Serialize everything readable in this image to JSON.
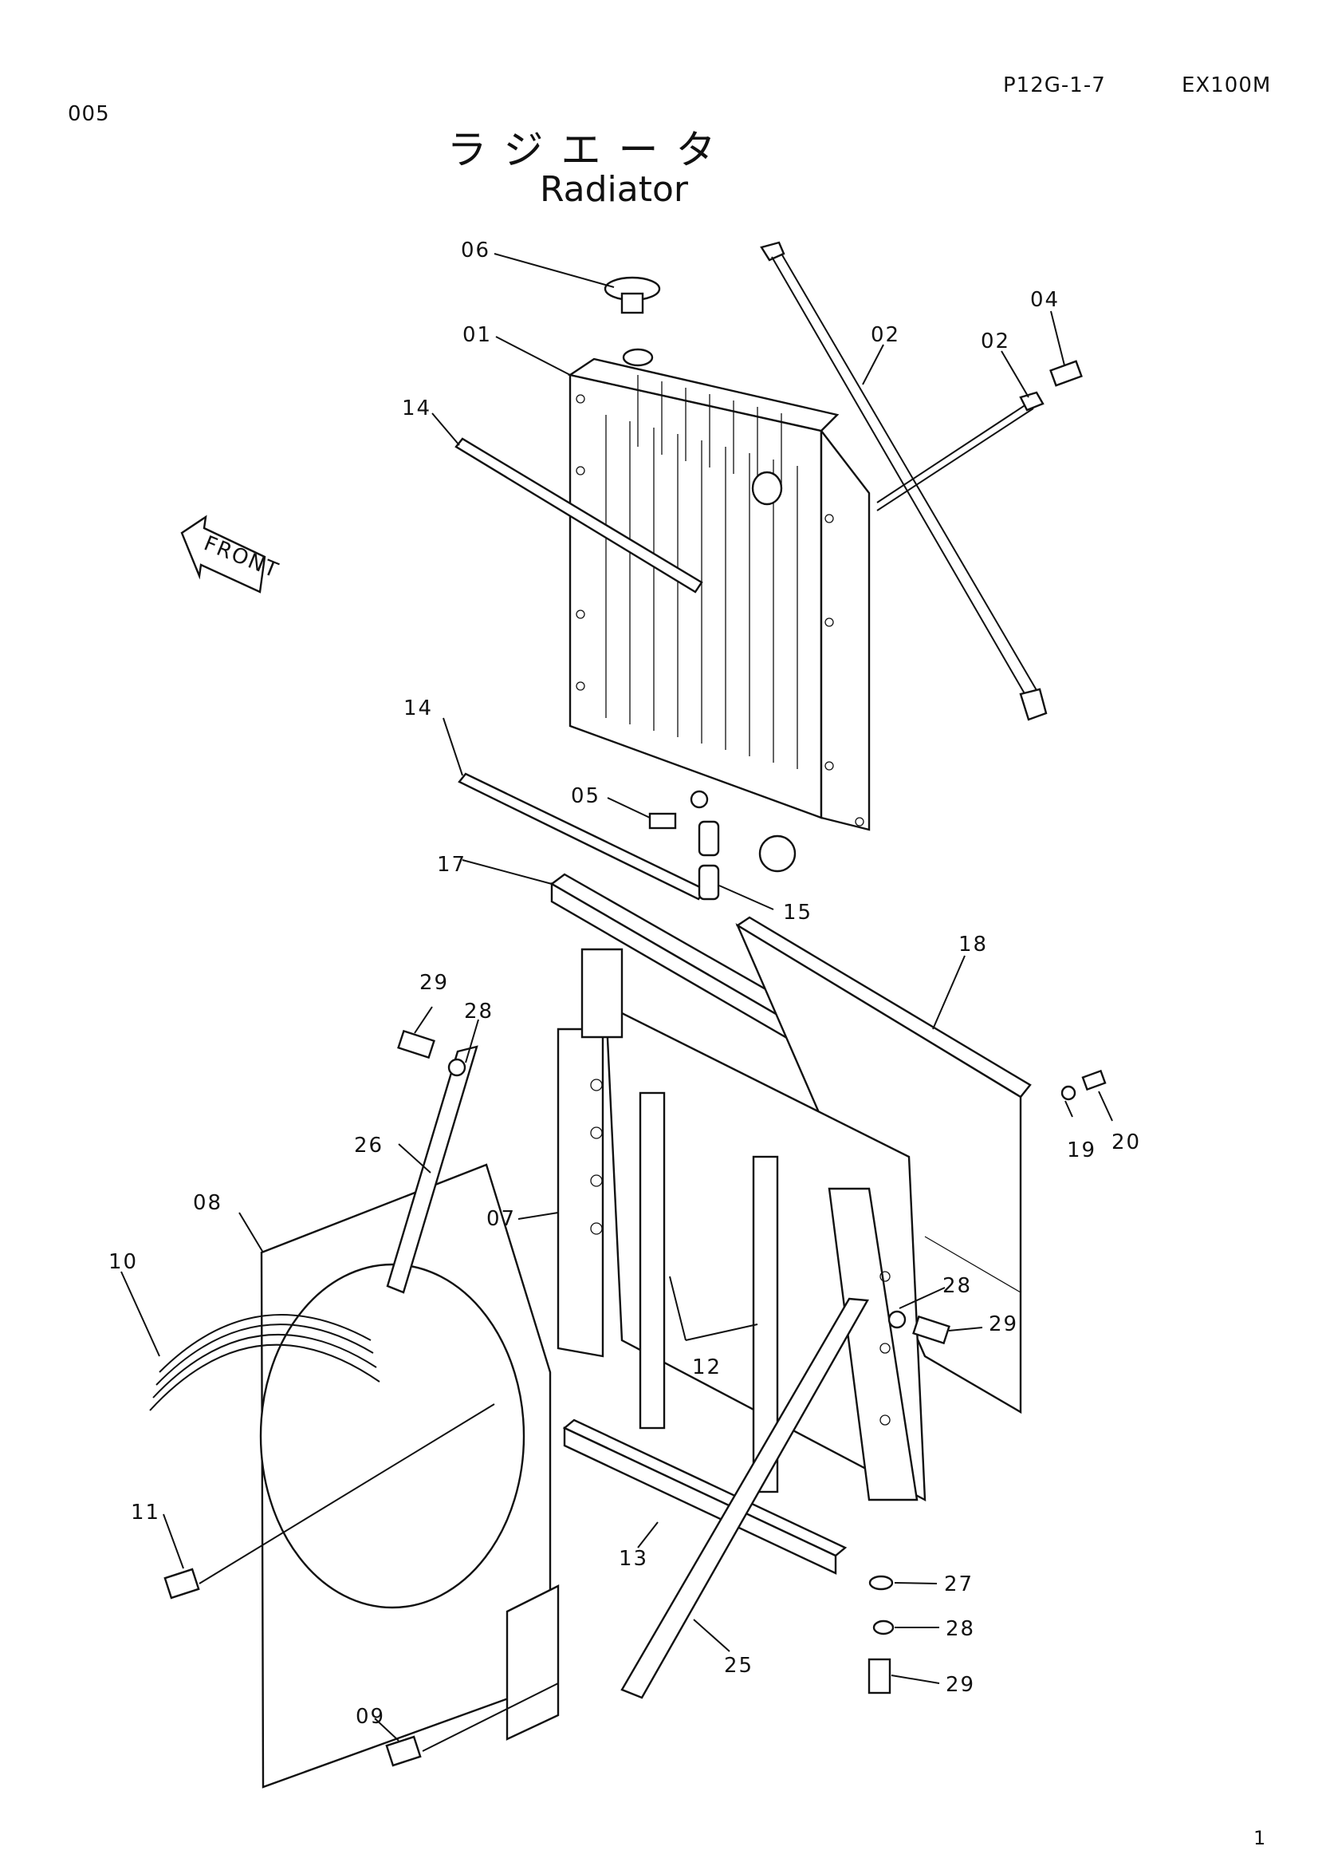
{
  "header": {
    "sheet_code": "005",
    "page_code": "P12G-1-7",
    "model": "EX100M"
  },
  "title": {
    "japanese": "ラジエータ",
    "english": "Radiator"
  },
  "front_arrow_label": "FRONT",
  "callouts": {
    "c01": "01",
    "c02a": "02",
    "c02b": "02",
    "c04": "04",
    "c05": "05",
    "c06": "06",
    "c07": "07",
    "c08": "08",
    "c09": "09",
    "c10": "10",
    "c11": "11",
    "c12": "12",
    "c13": "13",
    "c14a": "14",
    "c14b": "14",
    "c15": "15",
    "c17": "17",
    "c18": "18",
    "c19": "19",
    "c20": "20",
    "c25": "25",
    "c26": "26",
    "c27": "27",
    "c28a": "28",
    "c28b": "28",
    "c28c": "28",
    "c29a": "29",
    "c29b": "29",
    "c29c": "29"
  },
  "footer": {
    "page_number": "1"
  }
}
